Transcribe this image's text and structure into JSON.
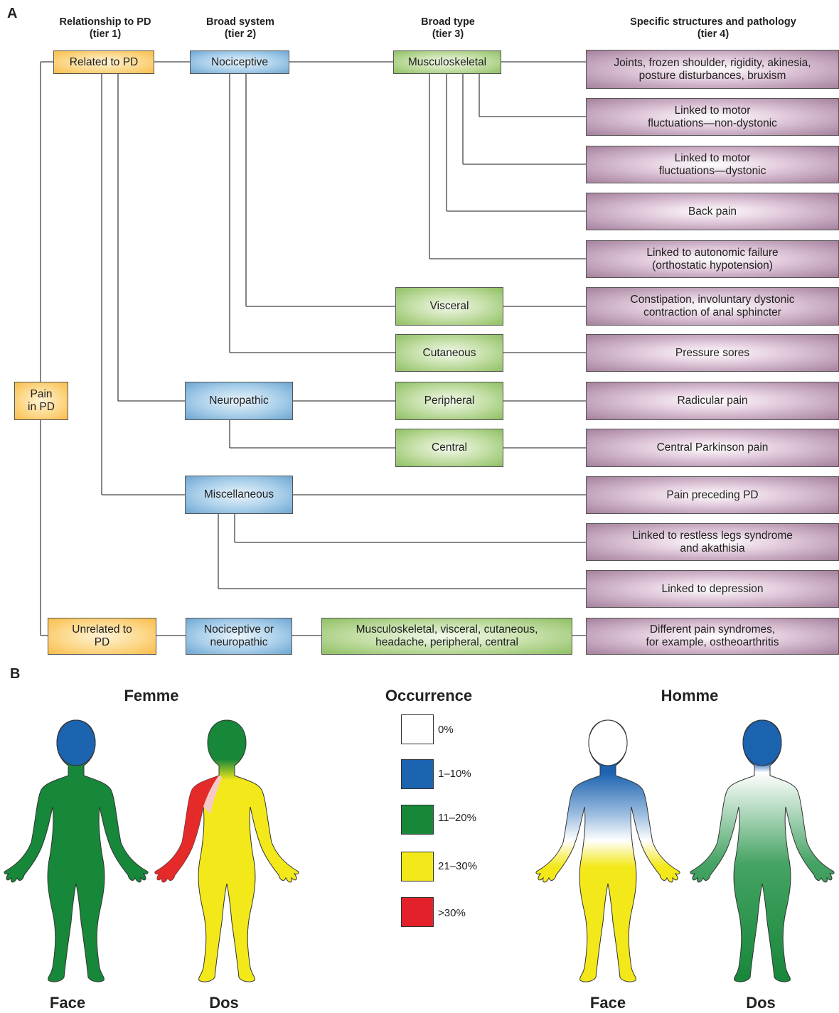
{
  "panel_a": {
    "letter": "A",
    "headers": {
      "tier1": "Relationship to PD\n(tier 1)",
      "tier2": "Broad system\n(tier 2)",
      "tier3": "Broad type\n(tier 3)",
      "tier4": "Specific structures and pathology\n(tier 4)"
    },
    "nodes": {
      "pain_in_pd": "Pain\nin PD",
      "related": "Related to PD",
      "unrelated": "Unrelated to\nPD",
      "nociceptive": "Nociceptive",
      "neuropathic": "Neuropathic",
      "miscellaneous": "Miscellaneous",
      "noci_or_neuro": "Nociceptive or\nneuropathic",
      "musculoskeletal": "Musculoskeletal",
      "visceral": "Visceral",
      "cutaneous": "Cutaneous",
      "peripheral": "Peripheral",
      "central": "Central",
      "msk_other": "Musculoskeletal, visceral, cutaneous,\nheadache, peripheral, central",
      "p_joints": "Joints, frozen shoulder, rigidity, akinesia,\nposture disturbances, bruxism",
      "p_nondystonic": "Linked to motor\nfluctuations—non-dystonic",
      "p_dystonic": "Linked to motor\nfluctuations—dystonic",
      "p_back": "Back pain",
      "p_autonomic": "Linked to autonomic failure\n(orthostatic hypotension)",
      "p_constipation": "Constipation, involuntary dystonic\ncontraction of anal sphincter",
      "p_pressure": "Pressure sores",
      "p_radicular": "Radicular pain",
      "p_central": "Central Parkinson pain",
      "p_preceding": "Pain preceding PD",
      "p_restless": "Linked to restless legs syndrome\nand akathisia",
      "p_depression": "Linked to depression",
      "p_different": "Different pain syndromes,\nfor example, ostheoarthritis"
    }
  },
  "panel_b": {
    "letter": "B",
    "femme": "Femme",
    "homme": "Homme",
    "occurrence": "Occurrence",
    "face": "Face",
    "dos": "Dos",
    "legend": [
      {
        "label": "0%",
        "color": "#ffffff"
      },
      {
        "label": "1–10%",
        "color": "#1c63b0"
      },
      {
        "label": "11–20%",
        "color": "#17873a"
      },
      {
        "label": "21–30%",
        "color": "#f3e81a"
      },
      {
        "label": ">30%",
        "color": "#e3212a"
      }
    ]
  }
}
